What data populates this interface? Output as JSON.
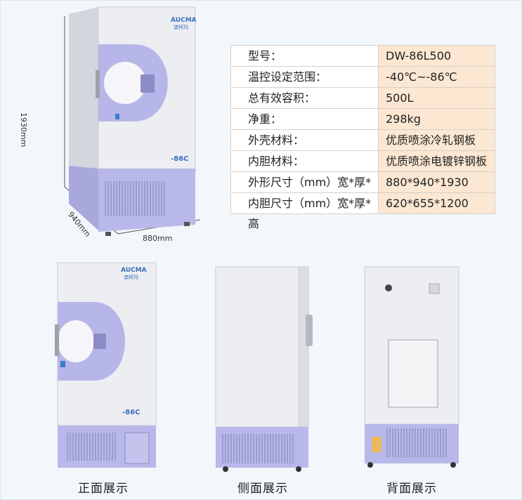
{
  "product": {
    "brand_logo": "AUCMA",
    "brand_logo_cn": "澳柯玛",
    "display_temp": "-86C"
  },
  "dimensions": {
    "height": "1930mm",
    "depth": "940mm",
    "width": "880mm"
  },
  "specs": [
    {
      "label": "型号：",
      "value": "DW-86L500"
    },
    {
      "label": "温控设定范围：",
      "value": "-40℃~-86℃"
    },
    {
      "label": "总有效容积：",
      "value": "500L"
    },
    {
      "label": "净重：",
      "value": "298kg"
    },
    {
      "label": "外壳材料：",
      "value": "优质喷涂冷轧钢板"
    },
    {
      "label": "内胆材料：",
      "value": "优质喷涂电镀锌钢板"
    },
    {
      "label": "外形尺寸（mm）宽*厚*高",
      "value": "880*940*1930"
    },
    {
      "label": "内胆尺寸（mm）宽*厚*高",
      "value": "620*655*1200"
    }
  ],
  "views": {
    "front": "正面展示",
    "side": "侧面展示",
    "back": "背面展示"
  },
  "colors": {
    "cabinet": "#e9ebef",
    "lavender": "#b7b6e8",
    "spec_value_bg": "#fbe7d2"
  }
}
